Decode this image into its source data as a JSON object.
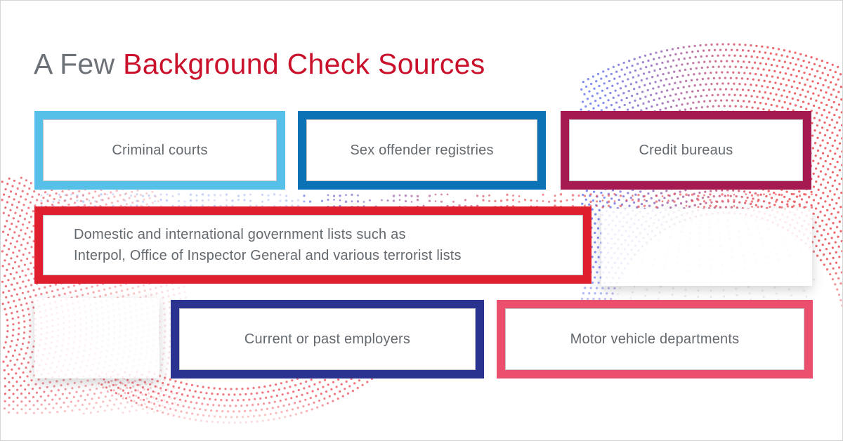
{
  "title": {
    "prefix": "A Few",
    "highlight": "Background Check Sources"
  },
  "sources": [
    {
      "label": "Criminal courts",
      "color": "#56c0e8"
    },
    {
      "label": "Sex offender registries",
      "color": "#0b72b5"
    },
    {
      "label": "Credit bureaus",
      "color": "#a51a50"
    },
    {
      "label": "Domestic and international government lists such as\nInterpol, Office of Inspector General and various terrorist lists",
      "color": "#df1f2d"
    },
    {
      "label": "Current or past employers",
      "color": "#2a3390"
    },
    {
      "label": "Motor vehicle departments",
      "color": "#ec4f6d"
    }
  ],
  "palette": {
    "title_prefix_color": "#6d7278",
    "title_accent_color": "#c9112b",
    "box_text_color": "#63696e",
    "wave_red": "#e8515c",
    "wave_blue": "#6e7df0",
    "background": "#ffffff"
  }
}
